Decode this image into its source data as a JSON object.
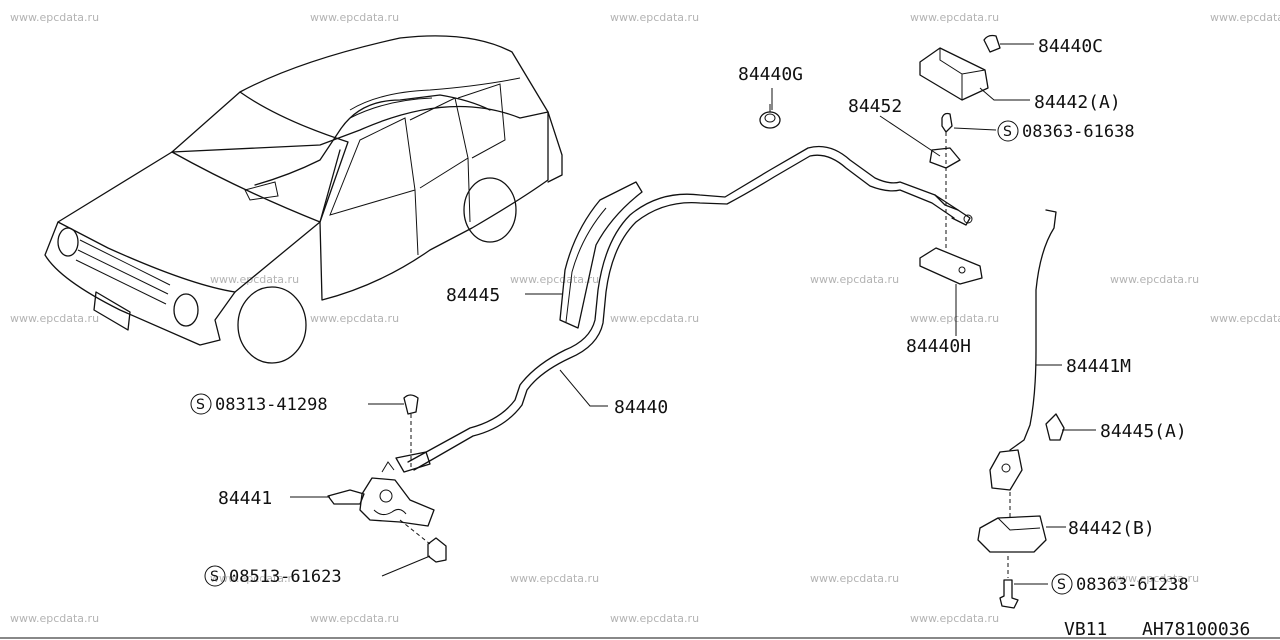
{
  "watermark": "www.epcdata.ru",
  "labels": {
    "p84440C": "84440C",
    "p84440G": "84440G",
    "p84442A": "84442(A)",
    "p84452": "84452",
    "s08363_61638": "08363-61638",
    "p84445": "84445",
    "p84440H": "84440H",
    "p84441M": "84441M",
    "s08313_41298": "08313-41298",
    "p84440": "84440",
    "p84445A": "84445(A)",
    "p84441": "84441",
    "p84442B": "84442(B)",
    "s08513_61623": "08513-61623",
    "s08363_61238": "08363-61238"
  },
  "screw_symbol": "S",
  "footer": {
    "model": "VB11",
    "diagram_code": "AH78100036"
  }
}
